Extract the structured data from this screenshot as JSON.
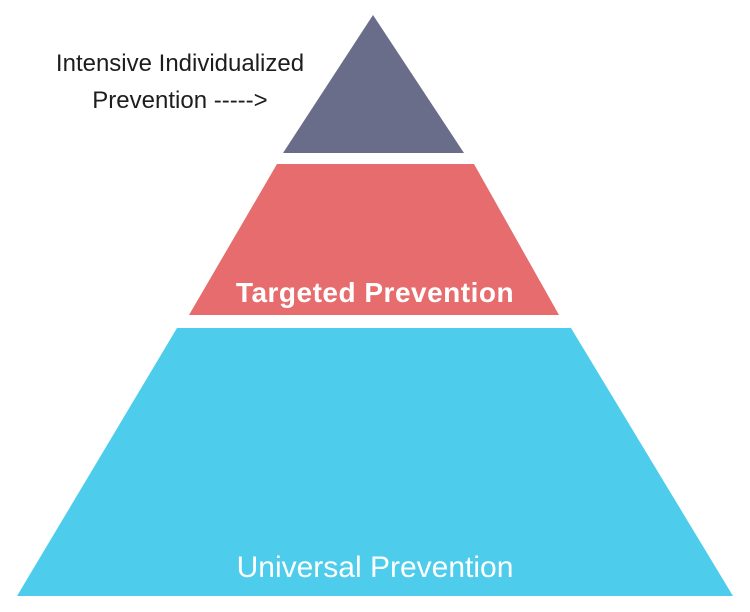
{
  "annotation": {
    "line1": "Intensive Individualized",
    "line2": "Prevention ----->",
    "text_color": "#1d1d1f"
  },
  "pyramid": {
    "background": "#ffffff",
    "label_text_color": "#ffffff",
    "tiers": [
      {
        "name": "intensive-individualized-prevention",
        "label": "",
        "color": "#6a6d89"
      },
      {
        "name": "targeted-prevention",
        "label": "Targeted Prevention",
        "color": "#e76c6d"
      },
      {
        "name": "universal-prevention",
        "label": "Universal Prevention",
        "color": "#4dcdeb"
      }
    ]
  }
}
